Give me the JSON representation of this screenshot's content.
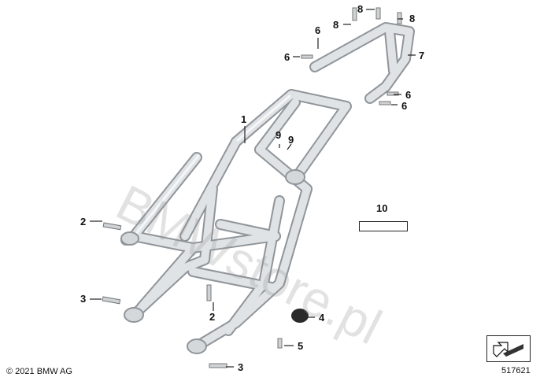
{
  "labels": {
    "c1": "1",
    "c2a": "2",
    "c2b": "2",
    "c3a": "3",
    "c3b": "3",
    "c4": "4",
    "c5": "5",
    "c6a": "6",
    "c6b": "6",
    "c6c": "6",
    "c6d": "6",
    "c7": "7",
    "c8a": "8",
    "c8b": "8",
    "c8c": "8",
    "c9a": "9",
    "c9b": "9",
    "c10": "10"
  },
  "watermark": "BMWstore.pl",
  "copyright": "© 2021 BMW AG",
  "document_number": "517621",
  "colors": {
    "frame": "#e0e3e6",
    "outline": "#8f959a",
    "text": "#111111"
  }
}
